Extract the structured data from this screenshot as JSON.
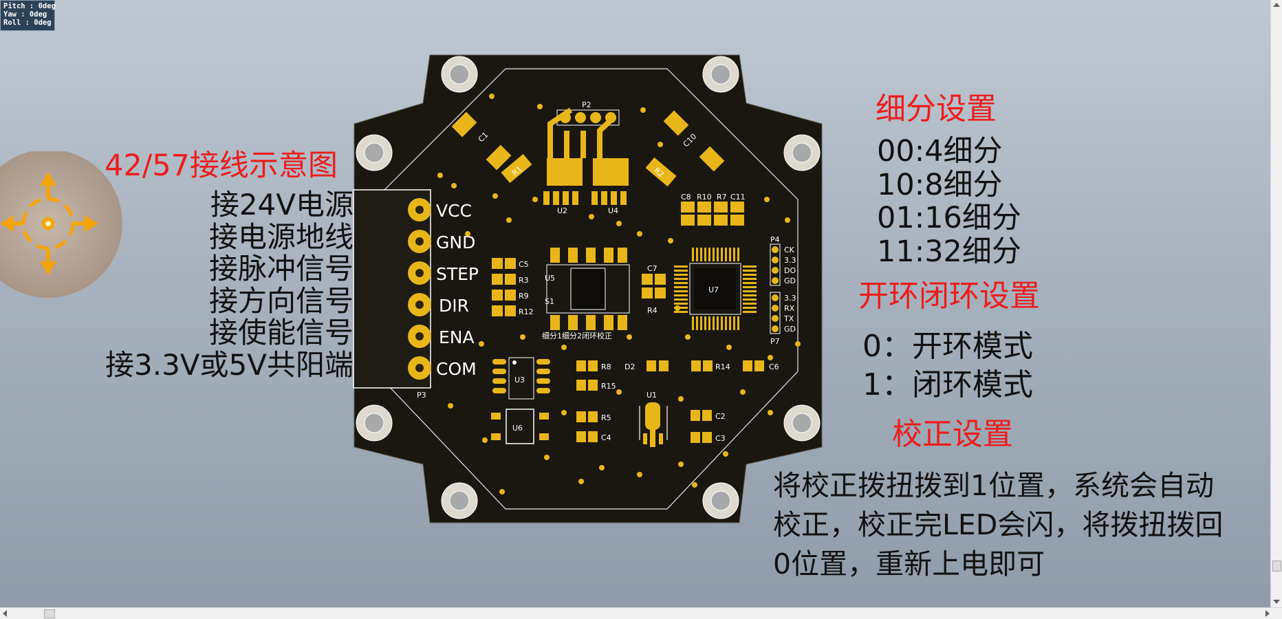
{
  "hud": {
    "pitch": "Pitch : 0deg",
    "yaw": "Yaw : 0deg",
    "roll": "Roll : 0deg"
  },
  "left": {
    "title": "42/57接线示意图",
    "lines": [
      "接24V电源",
      "接电源地线",
      "接脉冲信号",
      "接方向信号",
      "接使能信号",
      "接3.3V或5V共阳端"
    ]
  },
  "connector": {
    "label": "P3",
    "pins": [
      "VCC",
      "GND",
      "STEP",
      "DIR",
      "ENA",
      "COM"
    ]
  },
  "board": {
    "labels": {
      "p2": "P2",
      "c1": "C1",
      "c10": "C10",
      "r1": "R1",
      "r2": "R2",
      "u2": "U2",
      "u4": "U4",
      "c8": "C8",
      "r10": "R10",
      "r7": "R7",
      "c11": "C11",
      "c5": "C5",
      "r3": "R3",
      "r9": "R9",
      "r12": "R12",
      "u5": "U5",
      "s1": "S1",
      "c7": "C7",
      "r4": "R4",
      "u7": "U7",
      "p4": "P4",
      "p4_pins": [
        "CK",
        "3.3",
        "DO",
        "GD"
      ],
      "p7": "P7",
      "p7_pins": [
        "3.3",
        "RX",
        "TX",
        "GD"
      ],
      "switch_text": "细分1细分2闭环校正",
      "u3": "U3",
      "u6": "U6",
      "r8": "R8",
      "r15": "R15",
      "r5": "R5",
      "c4": "C4",
      "d2": "D2",
      "r14": "R14",
      "c6": "C6",
      "u1": "U1",
      "c2": "C2",
      "c3": "C3"
    }
  },
  "right": {
    "subdivision_title": "细分设置",
    "subdivision_items": [
      "00:4细分",
      "10:8细分",
      "01:16细分",
      "11:32细分"
    ],
    "loop_title": "开环闭环设置",
    "loop_items": [
      "0：开环模式",
      "1：闭环模式"
    ],
    "calib_title": "校正设置",
    "calib_lines": [
      "将校正拨扭拨到1位置，系统会自动",
      "校正，校正完LED会闪，将拨扭拨回",
      "0位置，重新上电即可"
    ]
  },
  "colors": {
    "accent_red": "#ee1c1c",
    "board": "#191710",
    "pad_gold": "#e9b61a",
    "nav_orange": "#f5a40a"
  }
}
